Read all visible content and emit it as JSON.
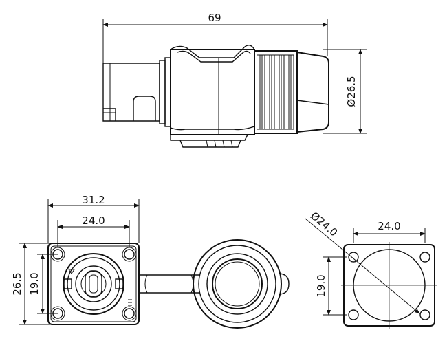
{
  "dimensions": {
    "side_length": "69",
    "side_diameter": "Ø26.5",
    "front_width_outer": "31.2",
    "front_width_inner": "24.0",
    "front_height_outer": "26.5",
    "front_height_inner": "19.0",
    "cutout_diameter": "Ø24.0",
    "cutout_width": "24.0",
    "cutout_height": "19.0"
  }
}
